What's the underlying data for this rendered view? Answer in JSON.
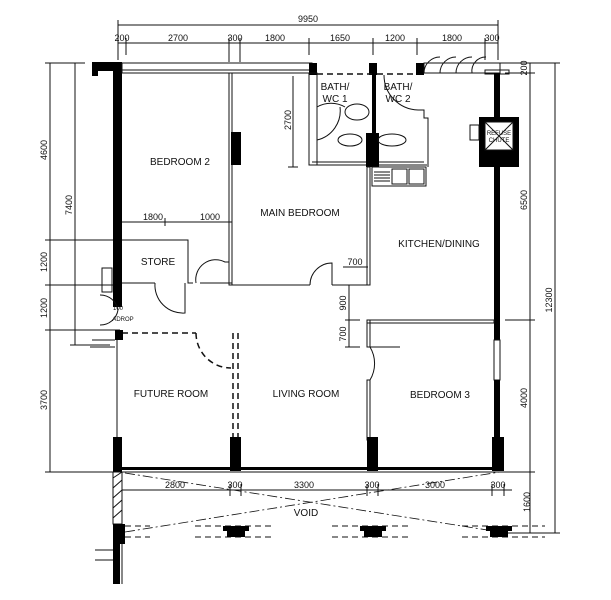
{
  "rooms": {
    "bedroom2": "BEDROOM 2",
    "main_bedroom": "MAIN BEDROOM",
    "bath1_a": "BATH/",
    "bath1_b": "WC 1",
    "bath2_a": "BATH/",
    "bath2_b": "WC 2",
    "refuse_a": "REFUSE",
    "refuse_b": "CHUTE",
    "kitchen": "KITCHEN/DINING",
    "store": "STORE",
    "adrop": "ADROP",
    "future_room": "FUTURE ROOM",
    "living_room": "LIVING ROOM",
    "bedroom3": "BEDROOM 3",
    "void": "VOID"
  },
  "dimensions": {
    "top_total": "9950",
    "top": [
      "200",
      "2700",
      "300",
      "1800",
      "1650",
      "1200",
      "1800",
      "300"
    ],
    "bottom": [
      "2800",
      "300",
      "3300",
      "300",
      "3000",
      "300"
    ],
    "left_outer": [
      "4600",
      "1200",
      "1200",
      "3700"
    ],
    "left_inner": "7400",
    "right": [
      "200",
      "6500",
      "4000",
      "1600"
    ],
    "right_total": "12300",
    "interior": {
      "bed2_a": "1800",
      "bed2_b": "1000",
      "bath_depth": "2700",
      "kitchen_700": "700",
      "kitchen_900": "900",
      "kitchen_700b": "700",
      "adrop_100": "100"
    }
  }
}
